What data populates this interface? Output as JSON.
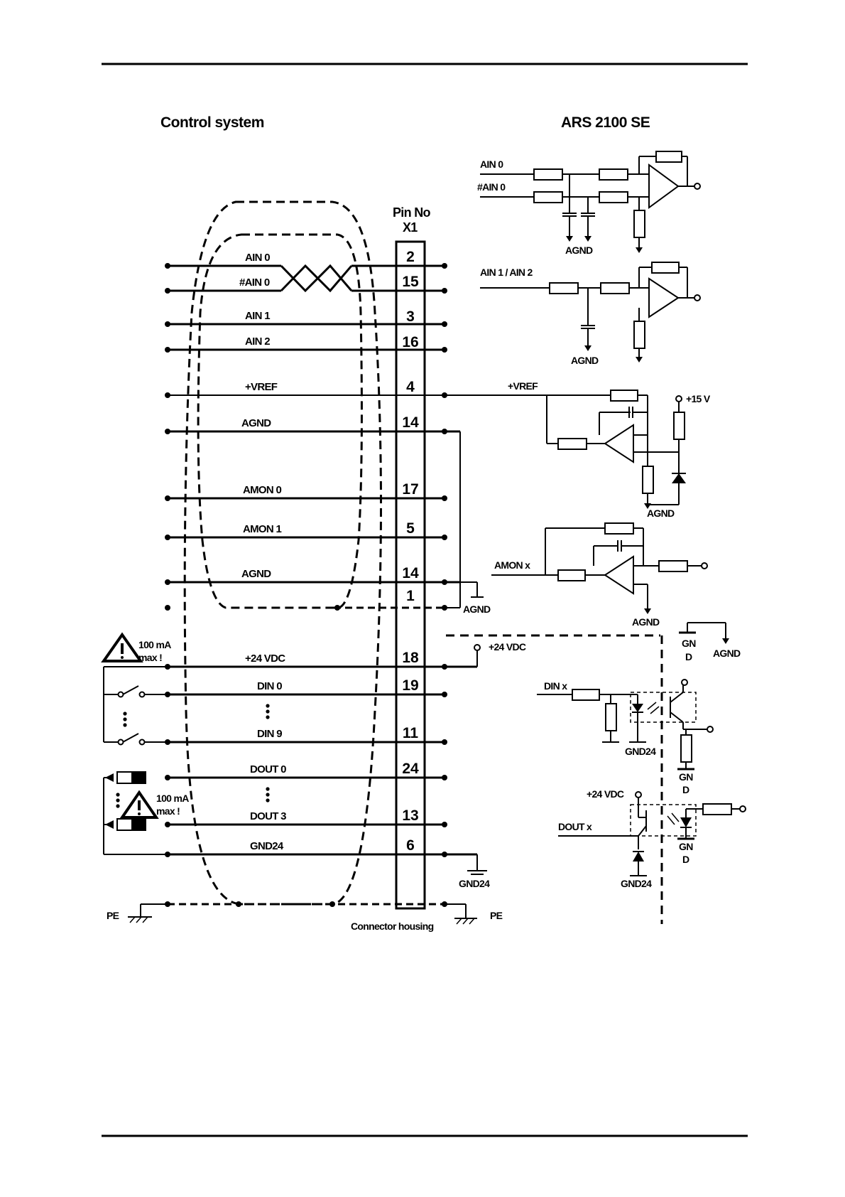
{
  "header": {
    "left_title": "Control system",
    "right_title": "ARS 2100 SE",
    "pin_header_1": "Pin No",
    "pin_header_2": "X1"
  },
  "signals": [
    {
      "label": "AIN 0",
      "pin": "2"
    },
    {
      "label": "#AIN 0",
      "pin": "15"
    },
    {
      "label": "AIN 1",
      "pin": "3"
    },
    {
      "label": "AIN 2",
      "pin": "16"
    },
    {
      "label": "+VREF",
      "pin": "4"
    },
    {
      "label": "AGND",
      "pin": "14"
    },
    {
      "label": "AMON 0",
      "pin": "17"
    },
    {
      "label": "AMON 1",
      "pin": "5"
    },
    {
      "label": "AGND",
      "pin": "14"
    },
    {
      "label": "",
      "pin": "1"
    },
    {
      "label": "+24 VDC",
      "pin": "18"
    },
    {
      "label": "DIN 0",
      "pin": "19"
    },
    {
      "label": "DIN 9",
      "pin": "11"
    },
    {
      "label": "DOUT 0",
      "pin": "24"
    },
    {
      "label": "DOUT 3",
      "pin": "13"
    },
    {
      "label": "GND24",
      "pin": "6"
    }
  ],
  "warnings": {
    "w1_line1": "100 mA",
    "w1_line2": "max !",
    "w2_line1": "100 mA",
    "w2_line2": "max !"
  },
  "ground_labels": {
    "pe_left": "PE",
    "pe_right": "PE",
    "connector_housing": "Connector housing",
    "agnd_pin1": "AGND",
    "gnd24_pin6": "GND24",
    "plus24_pin18": "+24 VDC"
  },
  "circuits": {
    "c1_in1": "AIN 0",
    "c1_in2": "#AIN 0",
    "c1_gnd": "AGND",
    "c2_in": "AIN 1 / AIN 2",
    "c2_gnd": "AGND",
    "c3_in": "+VREF",
    "c3_supply": "+15 V",
    "c3_gnd": "AGND",
    "c4_in": "AMON x",
    "c4_gnd": "AGND",
    "gnd_box_1": "GN",
    "gnd_box_2": "D",
    "gnd_box_agnd": "AGND",
    "c5_in": "DIN x",
    "c5_gnd24": "GND24",
    "c5_gnd_1": "GN",
    "c5_gnd_2": "D",
    "c6_supply": "+24 VDC",
    "c6_out": "DOUT x",
    "c6_gnd24": "GND24",
    "c6_gnd_1": "GN",
    "c6_gnd_2": "D"
  }
}
